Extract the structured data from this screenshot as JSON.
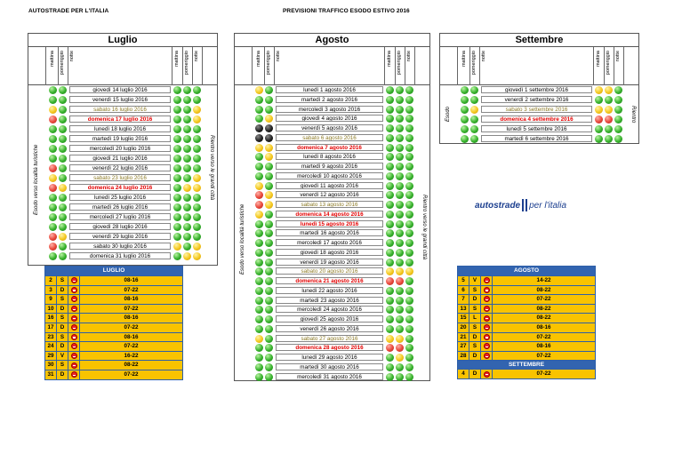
{
  "header": {
    "left": "AUTOSTRADE PER L'ITALIA",
    "center": "PREVISIONI TRAFFICO ESODO ESTIVO 2016"
  },
  "col_labels": {
    "m": "mattina",
    "p": "pomeriggio",
    "n": "notte"
  },
  "logo": {
    "a": "autostrade",
    "b": "per l'italia"
  },
  "panels": [
    {
      "key": "luglio",
      "title": "Luglio",
      "side_left": "Esodo verso località turistiche",
      "side_right": "Rientro verso le grandi città",
      "rows": [
        {
          "d": "giovedì 14 luglio 2016",
          "t": "",
          "o": "gg",
          "r": "ggg"
        },
        {
          "d": "venerdì 15 luglio 2016",
          "t": "",
          "o": "gg",
          "r": "ggg"
        },
        {
          "d": "sabato 16 luglio 2016",
          "t": "sat",
          "o": "yg",
          "r": "ggy"
        },
        {
          "d": "domenica 17 luglio 2016",
          "t": "sun",
          "o": "rg",
          "r": "ggy"
        },
        {
          "d": "lunedì 18 luglio 2016",
          "t": "",
          "o": "gg",
          "r": "ggg"
        },
        {
          "d": "martedì 19 luglio 2016",
          "t": "",
          "o": "gg",
          "r": "ggg"
        },
        {
          "d": "mercoledì 20 luglio 2016",
          "t": "",
          "o": "gg",
          "r": "ggg"
        },
        {
          "d": "giovedì 21 luglio 2016",
          "t": "",
          "o": "gg",
          "r": "ggg"
        },
        {
          "d": "venerdì 22 luglio 2016",
          "t": "",
          "o": "rg",
          "r": "ggg"
        },
        {
          "d": "sabato 23 luglio 2016",
          "t": "sat",
          "o": "yg",
          "r": "ggy"
        },
        {
          "d": "domenica 24 luglio 2016",
          "t": "sun",
          "o": "ry",
          "r": "gyy"
        },
        {
          "d": "lunedì 25 luglio 2016",
          "t": "",
          "o": "gg",
          "r": "ggg"
        },
        {
          "d": "martedì 26 luglio 2016",
          "t": "",
          "o": "gg",
          "r": "ggg"
        },
        {
          "d": "mercoledì 27 luglio 2016",
          "t": "",
          "o": "gg",
          "r": "ggg"
        },
        {
          "d": "giovedì 28 luglio 2016",
          "t": "",
          "o": "gg",
          "r": "ggg"
        },
        {
          "d": "venerdì 29 luglio 2016",
          "t": "",
          "o": "ry",
          "r": "ggg"
        },
        {
          "d": "sabato 30 luglio 2016",
          "t": "",
          "o": "rg",
          "r": "ygy"
        },
        {
          "d": "domenica 31 luglio 2016",
          "t": "",
          "o": "gg",
          "r": "gyy"
        }
      ]
    },
    {
      "key": "agosto",
      "title": "Agosto",
      "side_left": "Esodo verso località turistiche",
      "side_right": "Rientro verso le grandi città",
      "rows": [
        {
          "d": "lunedì 1 agosto 2016",
          "t": "",
          "o": "yg",
          "r": "ggg"
        },
        {
          "d": "martedì 2 agosto 2016",
          "t": "",
          "o": "gg",
          "r": "ggg"
        },
        {
          "d": "mercoledì 3 agosto 2016",
          "t": "",
          "o": "gg",
          "r": "ggg"
        },
        {
          "d": "giovedì 4 agosto 2016",
          "t": "",
          "o": "gy",
          "r": "ggg"
        },
        {
          "d": "venerdì 5 agosto 2016",
          "t": "",
          "o": "kk",
          "r": "ggg"
        },
        {
          "d": "sabato 6 agosto 2016",
          "t": "sat",
          "o": "kk",
          "r": "ggg"
        },
        {
          "d": "domenica 7 agosto 2016",
          "t": "sun",
          "o": "yy",
          "r": "ggg"
        },
        {
          "d": "lunedì 8 agosto 2016",
          "t": "",
          "o": "gy",
          "r": "ggg"
        },
        {
          "d": "martedì 9 agosto 2016",
          "t": "",
          "o": "gg",
          "r": "ggg"
        },
        {
          "d": "mercoledì 10 agosto 2016",
          "t": "",
          "o": "gg",
          "r": "ggg"
        },
        {
          "d": "giovedì 11 agosto 2016",
          "t": "",
          "o": "yg",
          "r": "ggg"
        },
        {
          "d": "venerdì 12 agosto 2016",
          "t": "",
          "o": "ry",
          "r": "ggg"
        },
        {
          "d": "sabato 13 agosto 2016",
          "t": "sat",
          "o": "ry",
          "r": "ggg"
        },
        {
          "d": "domenica 14 agosto 2016",
          "t": "sun",
          "o": "yg",
          "r": "ggg"
        },
        {
          "d": "lunedì 15 agosto 2016",
          "t": "sun",
          "o": "gg",
          "r": "ggg"
        },
        {
          "d": "martedì 16 agosto 2016",
          "t": "",
          "o": "gg",
          "r": "ggg"
        },
        {
          "d": "mercoledì 17 agosto 2016",
          "t": "",
          "o": "gg",
          "r": "ggg"
        },
        {
          "d": "giovedì 18 agosto 2016",
          "t": "",
          "o": "gg",
          "r": "ggg"
        },
        {
          "d": "venerdì 19 agosto 2016",
          "t": "",
          "o": "gg",
          "r": "ggg"
        },
        {
          "d": "sabato 20 agosto 2016",
          "t": "sat",
          "o": "gg",
          "r": "yyy"
        },
        {
          "d": "domenica 21 agosto 2016",
          "t": "sun",
          "o": "gg",
          "r": "rrg"
        },
        {
          "d": "lunedì 22 agosto 2016",
          "t": "",
          "o": "gg",
          "r": "ggg"
        },
        {
          "d": "martedì 23 agosto 2016",
          "t": "",
          "o": "gg",
          "r": "ggg"
        },
        {
          "d": "mercoledì 24 agosto 2016",
          "t": "",
          "o": "gg",
          "r": "ggg"
        },
        {
          "d": "giovedì 25 agosto 2016",
          "t": "",
          "o": "gg",
          "r": "ggg"
        },
        {
          "d": "venerdì 26 agosto 2016",
          "t": "",
          "o": "gg",
          "r": "ggg"
        },
        {
          "d": "sabato 27 agosto 2016",
          "t": "sat",
          "o": "yg",
          "r": "yyg"
        },
        {
          "d": "domenica 28 agosto 2016",
          "t": "sun",
          "o": "gg",
          "r": "rrg"
        },
        {
          "d": "lunedì 29 agosto 2016",
          "t": "",
          "o": "gg",
          "r": "gyg"
        },
        {
          "d": "martedì 30 agosto 2016",
          "t": "",
          "o": "gg",
          "r": "ggg"
        },
        {
          "d": "mercoledì 31 agosto 2016",
          "t": "",
          "o": "gg",
          "r": "ggg"
        }
      ]
    },
    {
      "key": "settembre",
      "title": "Settembre",
      "side_left": "Esodo",
      "side_right": "Rientro",
      "rows": [
        {
          "d": "giovedì 1 settembre 2016",
          "t": "",
          "o": "gg",
          "r": "yyg"
        },
        {
          "d": "venerdì 2 settembre 2016",
          "t": "",
          "o": "gg",
          "r": "ggg"
        },
        {
          "d": "sabato 3 settembre 2016",
          "t": "sat",
          "o": "gy",
          "r": "yyg"
        },
        {
          "d": "domenica 4 settembre 2016",
          "t": "sun",
          "o": "gg",
          "r": "rrg"
        },
        {
          "d": "lunedì 5 settembre 2016",
          "t": "",
          "o": "gg",
          "r": "ggg"
        },
        {
          "d": "martedì 6 settembre 2016",
          "t": "",
          "o": "gg",
          "r": "ggg"
        }
      ]
    }
  ],
  "table_luglio": {
    "title": "LUGLIO",
    "rows": [
      [
        "2",
        "S",
        "08-16"
      ],
      [
        "3",
        "D",
        "07-22"
      ],
      [
        "9",
        "S",
        "08-16"
      ],
      [
        "10",
        "D",
        "07-22"
      ],
      [
        "16",
        "S",
        "08-16"
      ],
      [
        "17",
        "D",
        "07-22"
      ],
      [
        "23",
        "S",
        "08-16"
      ],
      [
        "24",
        "D",
        "07-22"
      ],
      [
        "29",
        "V",
        "16-22"
      ],
      [
        "30",
        "S",
        "08-22"
      ],
      [
        "31",
        "D",
        "07-22"
      ]
    ]
  },
  "table_agosto": {
    "title": "AGOSTO",
    "rows": [
      [
        "5",
        "V",
        "14-22"
      ],
      [
        "6",
        "S",
        "08-22"
      ],
      [
        "7",
        "D",
        "07-22"
      ],
      [
        "13",
        "S",
        "08-22"
      ],
      [
        "15",
        "L",
        "08-22"
      ],
      [
        "20",
        "S",
        "08-16"
      ],
      [
        "21",
        "D",
        "07-22"
      ],
      [
        "27",
        "S",
        "08-16"
      ],
      [
        "28",
        "D",
        "07-22"
      ]
    ]
  },
  "table_settembre": {
    "title": "SETTEMBRE",
    "rows": [
      [
        "4",
        "D",
        "07-22"
      ]
    ]
  },
  "colors": {
    "green": "#37b12c",
    "yellow": "#f4c81e",
    "red": "#e8473a",
    "blue": "#3264b0",
    "table_bg": "#f9c300"
  }
}
